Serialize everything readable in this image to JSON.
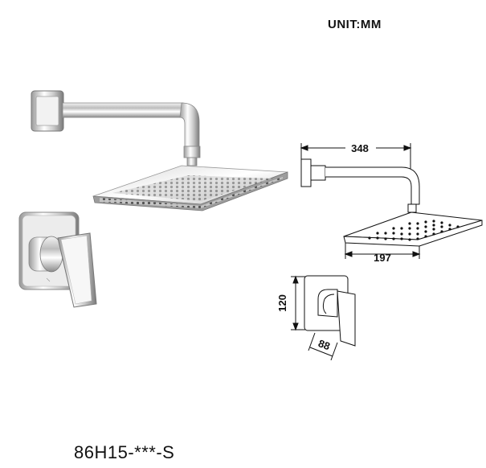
{
  "header": {
    "unit_label": "UNIT:MM"
  },
  "dimensions": {
    "arm_length": "348",
    "head_width": "197",
    "valve_height": "120",
    "valve_depth": "88"
  },
  "footer": {
    "model_number": "86H15-***-S"
  }
}
